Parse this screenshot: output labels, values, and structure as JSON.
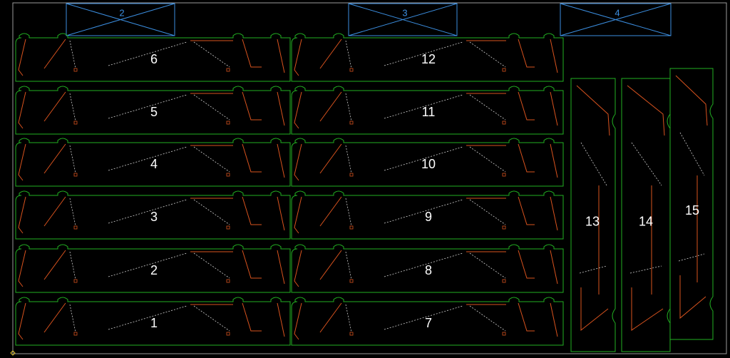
{
  "colors": {
    "background": "#000000",
    "sheet_border": "#9a9a9a",
    "part_outline": "#22b022",
    "toolpath": "#d9531e",
    "rapid_move": "#cfcfcf",
    "label_part": "#ffffff",
    "label_block": "#3b8ee0"
  },
  "blocks": [
    {
      "id": "block-2",
      "label": "2"
    },
    {
      "id": "block-3",
      "label": "3"
    },
    {
      "id": "block-4",
      "label": "4"
    }
  ],
  "left_column_labels": [
    "6",
    "5",
    "4",
    "3",
    "2",
    "1"
  ],
  "middle_column_labels": [
    "12",
    "11",
    "10",
    "9",
    "8",
    "7"
  ],
  "tall_part_labels": [
    "13",
    "14",
    "15"
  ]
}
